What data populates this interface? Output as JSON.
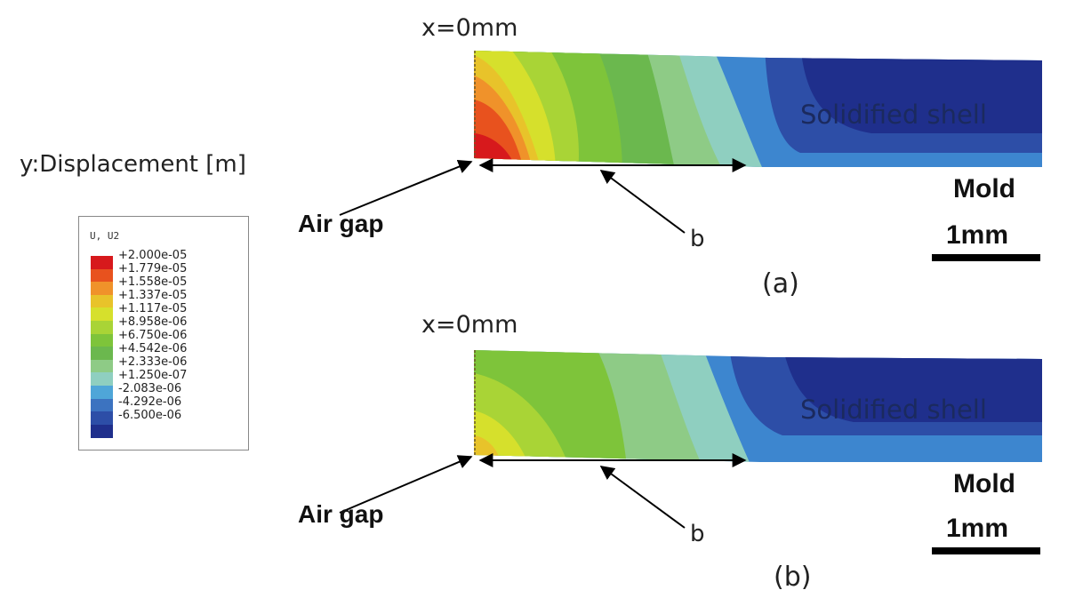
{
  "ylabel": "y:Displacement [m]",
  "legend": {
    "title": "U, U2",
    "values": [
      "+2.000e-05",
      "+1.779e-05",
      "+1.558e-05",
      "+1.337e-05",
      "+1.117e-05",
      "+8.958e-06",
      "+6.750e-06",
      "+4.542e-06",
      "+2.333e-06",
      "+1.250e-07",
      "-2.083e-06",
      "-4.292e-06",
      "-6.500e-06"
    ],
    "colors": [
      "#d7191c",
      "#e8521e",
      "#f0922a",
      "#e8c32a",
      "#d6e02c",
      "#a9d436",
      "#7ec43a",
      "#6bb84e",
      "#8ecb86",
      "#8fcfc0",
      "#4fa6d8",
      "#3c73c0",
      "#2d4ea7",
      "#1f2f8c"
    ]
  },
  "panels": [
    {
      "label": "(a)",
      "x0_label": "x=0mm",
      "airgap_label": "Air gap",
      "b_label": "b",
      "shell_label": "Solidified shell",
      "mold_label": "Mold",
      "scale_label": "1mm"
    },
    {
      "label": "(b)",
      "x0_label": "x=0mm",
      "airgap_label": "Air gap",
      "b_label": "b",
      "shell_label": "Solidified shell",
      "mold_label": "Mold",
      "scale_label": "1mm"
    }
  ]
}
